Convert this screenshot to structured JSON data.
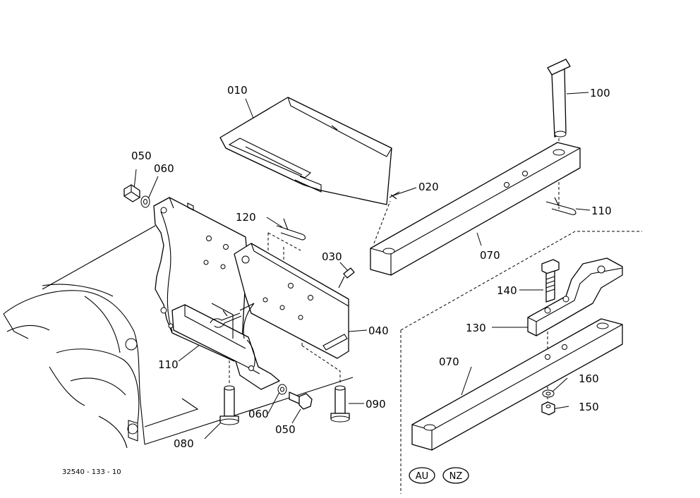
{
  "callouts": {
    "c010": "010",
    "c020": "020",
    "c030": "030",
    "c040": "040",
    "c050a": "050",
    "c050b": "050",
    "c060a": "060",
    "c060b": "060",
    "c070a": "070",
    "c070b": "070",
    "c080": "080",
    "c090": "090",
    "c100": "100",
    "c110a": "110",
    "c110b": "110",
    "c120": "120",
    "c130": "130",
    "c140": "140",
    "c150": "150",
    "c160": "160"
  },
  "doc_number": "32540 - 133 - 10",
  "badges": [
    "AU",
    "NZ"
  ]
}
